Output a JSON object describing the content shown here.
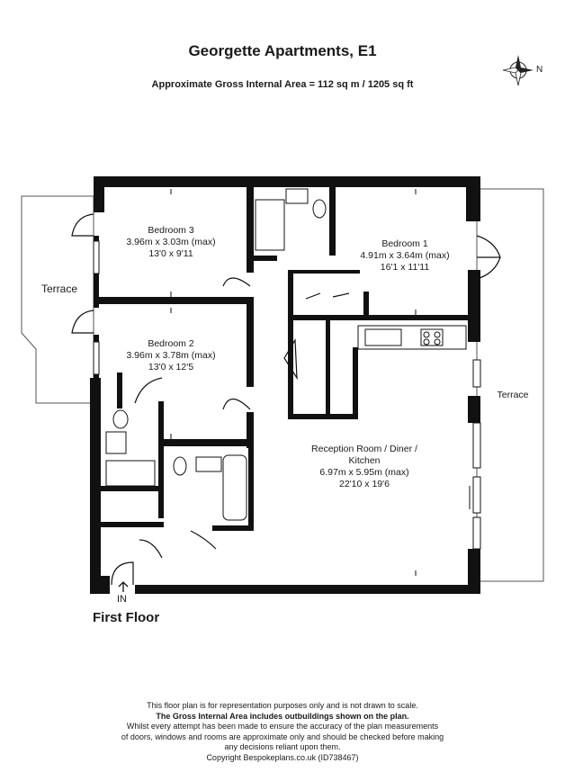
{
  "header": {
    "title": "Georgette Apartments, E1",
    "subtitle": "Approximate Gross Internal Area = 112 sq m / 1205 sq ft"
  },
  "compass": {
    "north_label": "N",
    "icon": "compass-rose-icon"
  },
  "rooms": {
    "bedroom3": {
      "name": "Bedroom 3",
      "metric": "3.96m x 3.03m (max)",
      "imperial": "13'0 x 9'11"
    },
    "bedroom1": {
      "name": "Bedroom 1",
      "metric": "4.91m x 3.64m (max)",
      "imperial": "16'1 x 11'11"
    },
    "bedroom2": {
      "name": "Bedroom 2",
      "metric": "3.96m x 3.78m (max)",
      "imperial": "13'0 x 12'5"
    },
    "reception": {
      "name_line1": "Reception Room / Diner /",
      "name_line2": "Kitchen",
      "metric": "6.97m x 5.95m (max)",
      "imperial": "22'10 x 19'6"
    },
    "terrace_left": "Terrace",
    "terrace_right": "Terrace"
  },
  "entrance_label": "IN",
  "floor_label": "First Floor",
  "footer": {
    "line1": "This floor plan is for representation purposes only and is not drawn to scale.",
    "line2": "The Gross Internal Area includes outbuildings shown on the plan.",
    "line3": "Whilst every attempt has been made to ensure the accuracy of the plan measurements",
    "line4": "of doors, windows and rooms are approximate only and should be checked before making",
    "line5": "any decisions reliant upon them.",
    "line6": "Copyright Bespokeplans.co.uk (ID738467)"
  }
}
